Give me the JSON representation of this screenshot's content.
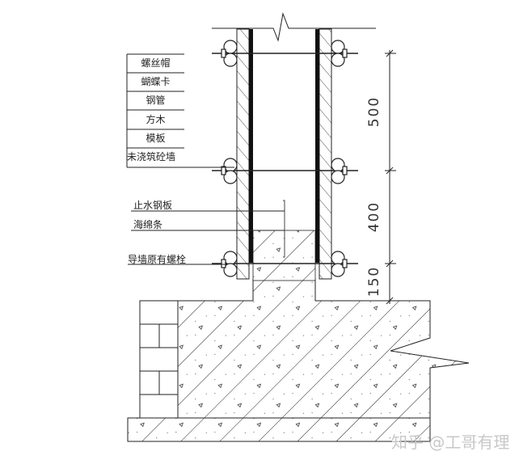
{
  "legend_labels": [
    "螺丝帽",
    "蝴蝶卡",
    "钢管",
    "方木",
    "模板",
    "未浇筑砼墙"
  ],
  "callouts": {
    "waterstop": "止水钢板",
    "sponge": "海绵条",
    "bolt": "导墙原有螺栓"
  },
  "dimensions": {
    "upper": "500",
    "middle": "400",
    "lower": "150"
  },
  "watermark": "知乎 @工哥有理"
}
